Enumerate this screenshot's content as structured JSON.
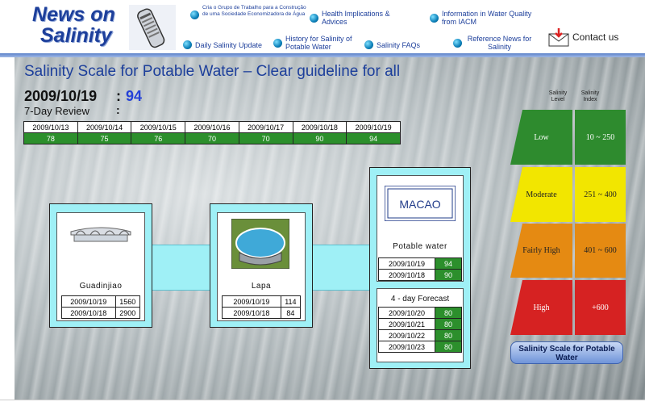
{
  "header": {
    "logo_line1": "News on",
    "logo_line2": "Salinity",
    "nav": {
      "working_group": "Cria o Grupo de Trabalho para a Construção de uma Sociedade Economizadora de Água",
      "health": "Health Implications & Advices",
      "iacm": "Information in Water Quality from IACM",
      "daily_update": "Daily Salinity Update",
      "history": "History for Salinity of Potable Water",
      "faqs": "Salinity FAQs",
      "reference": "Reference News for Salinity"
    },
    "contact": "Contact us"
  },
  "main": {
    "title": "Salinity Scale for Potable Water – Clear guideline for all",
    "current_date": "2009/10/19",
    "colon": ":",
    "current_index": "94",
    "review_label": "7-Day Review",
    "review_dates": [
      "2009/10/13",
      "2009/10/14",
      "2009/10/15",
      "2009/10/16",
      "2009/10/17",
      "2009/10/18",
      "2009/10/19"
    ],
    "review_values": [
      "78",
      "75",
      "76",
      "70",
      "70",
      "90",
      "94"
    ]
  },
  "stations": {
    "guadinjiao": {
      "name": "Guadinjiao",
      "rows": [
        [
          "2009/10/19",
          "1560"
        ],
        [
          "2009/10/18",
          "2900"
        ]
      ]
    },
    "lapa": {
      "name": "Lapa",
      "rows": [
        [
          "2009/10/19",
          "114"
        ],
        [
          "2009/10/18",
          "84"
        ]
      ]
    },
    "potable": {
      "logo_text": "MACAO",
      "name": "Potable water",
      "rows": [
        [
          "2009/10/19",
          "94"
        ],
        [
          "2009/10/18",
          "90"
        ]
      ]
    },
    "forecast": {
      "title": "4 - day Forecast",
      "rows": [
        [
          "2009/10/20",
          "80"
        ],
        [
          "2009/10/21",
          "80"
        ],
        [
          "2009/10/22",
          "80"
        ],
        [
          "2009/10/23",
          "80"
        ]
      ]
    }
  },
  "scale": {
    "head_level": "Salinity Level",
    "head_index": "Salinity Index",
    "levels": [
      {
        "name": "Low",
        "range": "10 ~ 250",
        "color": "#2e8b2e"
      },
      {
        "name": "Moderate",
        "range": "251 ~ 400",
        "color": "#f2e600"
      },
      {
        "name": "Fairly High",
        "range": "401 ~ 600",
        "color": "#e58a12"
      },
      {
        "name": "High",
        "range": "+600",
        "color": "#d62222"
      }
    ],
    "button": "Salinity Scale for Potable Water"
  }
}
